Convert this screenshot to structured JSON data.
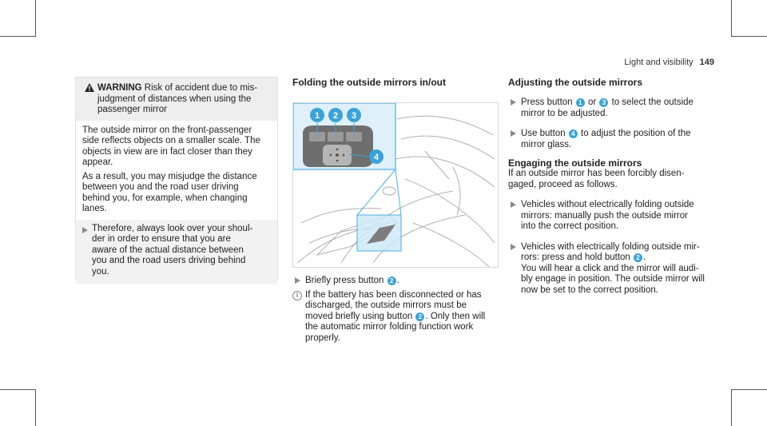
{
  "header": {
    "section": "Light and visibility",
    "page_number": "149"
  },
  "warning": {
    "label": "WARNING",
    "head_1": "Risk of accident due to mis-",
    "head_2": "judgment of distances when using the",
    "head_3": "passenger mirror",
    "p1_l1": "The outside mirror on the front-passenger",
    "p1_l2": "side reflects objects on a smaller scale. The",
    "p1_l3": "objects in view are in fact closer than they",
    "p1_l4": "appear.",
    "p2_l1": "As a result, you may misjudge the distance",
    "p2_l2": "between you and the road user driving",
    "p2_l3": "behind you, for example, when changing",
    "p2_l4": "lanes.",
    "action_l1": "Therefore, always look over your shoul-",
    "action_l2": "der in order to ensure that you are",
    "action_l3": "aware of the actual distance between",
    "action_l4": "you and the road users driving behind",
    "action_l5": "you."
  },
  "folding": {
    "title": "Folding the outside mirrors in/out",
    "step1_a": "Briefly press button",
    "step1_b": ".",
    "info_l1": "If the battery has been disconnected or has",
    "info_l2": "discharged, the outside mirrors must be",
    "info_l3a": "moved briefly using button",
    "info_l3b": ". Only then will",
    "info_l4": "the automatic mirror folding function work",
    "info_l5": "properly."
  },
  "adjusting": {
    "title": "Adjusting the outside mirrors",
    "s1_a": "Press button",
    "s1_b": "or",
    "s1_c": "to select the outside",
    "s1_l2": "mirror to be adjusted.",
    "s2_a": "Use button",
    "s2_b": "to adjust the position of the",
    "s2_l2": "mirror glass.",
    "engage_title": "Engaging the outside mirrors",
    "engage_l1": "If an outside mirror has been forcibly disen-",
    "engage_l2": "gaged, proceed as follows.",
    "s3_l1": "Vehicles without electrically folding outside",
    "s3_l2": "mirrors: manually push the outside mirror",
    "s3_l3": "into the correct position.",
    "s4_l1": "Vehicles with electrically folding outside mir-",
    "s4_l2a": "rors: press and hold button",
    "s4_l2b": ".",
    "s4_l3": "You will hear a click and the mirror will audi-",
    "s4_l4": "bly engage in position. The outside mirror will",
    "s4_l5": "now be set to the correct position."
  },
  "callouts": {
    "n1": "1",
    "n2": "2",
    "n3": "3",
    "n4": "4"
  },
  "colors": {
    "callout_blue": "#3aa3d9",
    "inset_bg": "#dff0fa",
    "highlight": "#4aaee0"
  }
}
